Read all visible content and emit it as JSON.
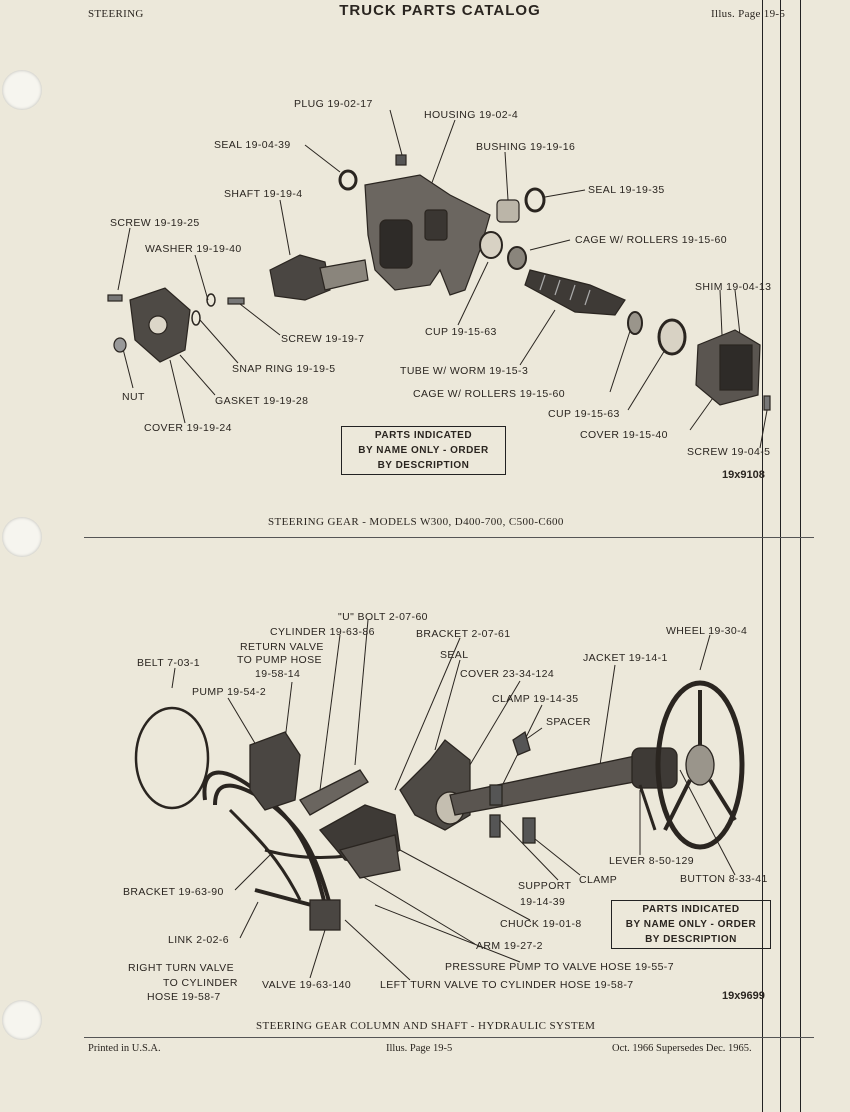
{
  "header": {
    "section": "STEERING",
    "title": "TRUCK PARTS CATALOG",
    "page": "Illus. Page 19-5"
  },
  "figure1": {
    "caption": "STEERING GEAR - MODELS W300, D400-700, C500-C600",
    "number": "19x9108",
    "note": [
      "PARTS INDICATED",
      "BY NAME ONLY - ORDER",
      "BY DESCRIPTION"
    ],
    "labels": {
      "plug": "PLUG 19-02-17",
      "housing": "HOUSING 19-02-4",
      "seal1": "SEAL 19-04-39",
      "bushing": "BUSHING 19-19-16",
      "shaft": "SHAFT 19-19-4",
      "seal2": "SEAL 19-19-35",
      "screw1": "SCREW 19-19-25",
      "cage1": "CAGE W/ ROLLERS 19-15-60",
      "washer": "WASHER 19-19-40",
      "shim": "SHIM 19-04-13",
      "screw2": "SCREW 19-19-7",
      "cup1": "CUP 19-15-63",
      "snapring": "SNAP RING 19-19-5",
      "tube": "TUBE W/ WORM 19-15-3",
      "nut": "NUT",
      "gasket": "GASKET 19-19-28",
      "cage2": "CAGE W/ ROLLERS 19-15-60",
      "cup2": "CUP 19-15-63",
      "cover1": "COVER 19-19-24",
      "cover2": "COVER 19-15-40",
      "screw3": "SCREW 19-04-5"
    }
  },
  "figure2": {
    "caption": "STEERING GEAR COLUMN AND SHAFT - HYDRAULIC SYSTEM",
    "number": "19x9699",
    "note": [
      "PARTS INDICATED",
      "BY NAME ONLY - ORDER",
      "BY DESCRIPTION"
    ],
    "labels": {
      "ubolt": "\"U\" BOLT 2-07-60",
      "cylinder": "CYLINDER 19-63-86",
      "bracket1": "BRACKET 2-07-61",
      "wheel": "WHEEL 19-30-4",
      "return1": "RETURN VALVE",
      "return2": "TO PUMP HOSE",
      "return3": "19-58-14",
      "seal": "SEAL",
      "jacket": "JACKET 19-14-1",
      "belt": "BELT 7-03-1",
      "cover": "COVER 23-34-124",
      "pump": "PUMP 19-54-2",
      "clamp1": "CLAMP 19-14-35",
      "spacer": "SPACER",
      "lever": "LEVER 8-50-129",
      "support1": "SUPPORT",
      "support2": "19-14-39",
      "clamp2": "CLAMP",
      "button": "BUTTON 8-33-41",
      "bracket2": "BRACKET 19-63-90",
      "chuck": "CHUCK 19-01-8",
      "link": "LINK 2-02-6",
      "arm": "ARM 19-27-2",
      "right1": "RIGHT TURN VALVE",
      "right2": "TO CYLINDER",
      "right3": "HOSE 19-58-7",
      "pressure": "PRESSURE PUMP TO VALVE HOSE 19-55-7",
      "valve": "VALVE 19-63-140",
      "left": "LEFT TURN VALVE TO CYLINDER HOSE 19-58-7"
    }
  },
  "footer": {
    "printed": "Printed in U.S.A.",
    "page": "Illus. Page 19-5",
    "date": "Oct. 1966 Supersedes Dec. 1965."
  }
}
